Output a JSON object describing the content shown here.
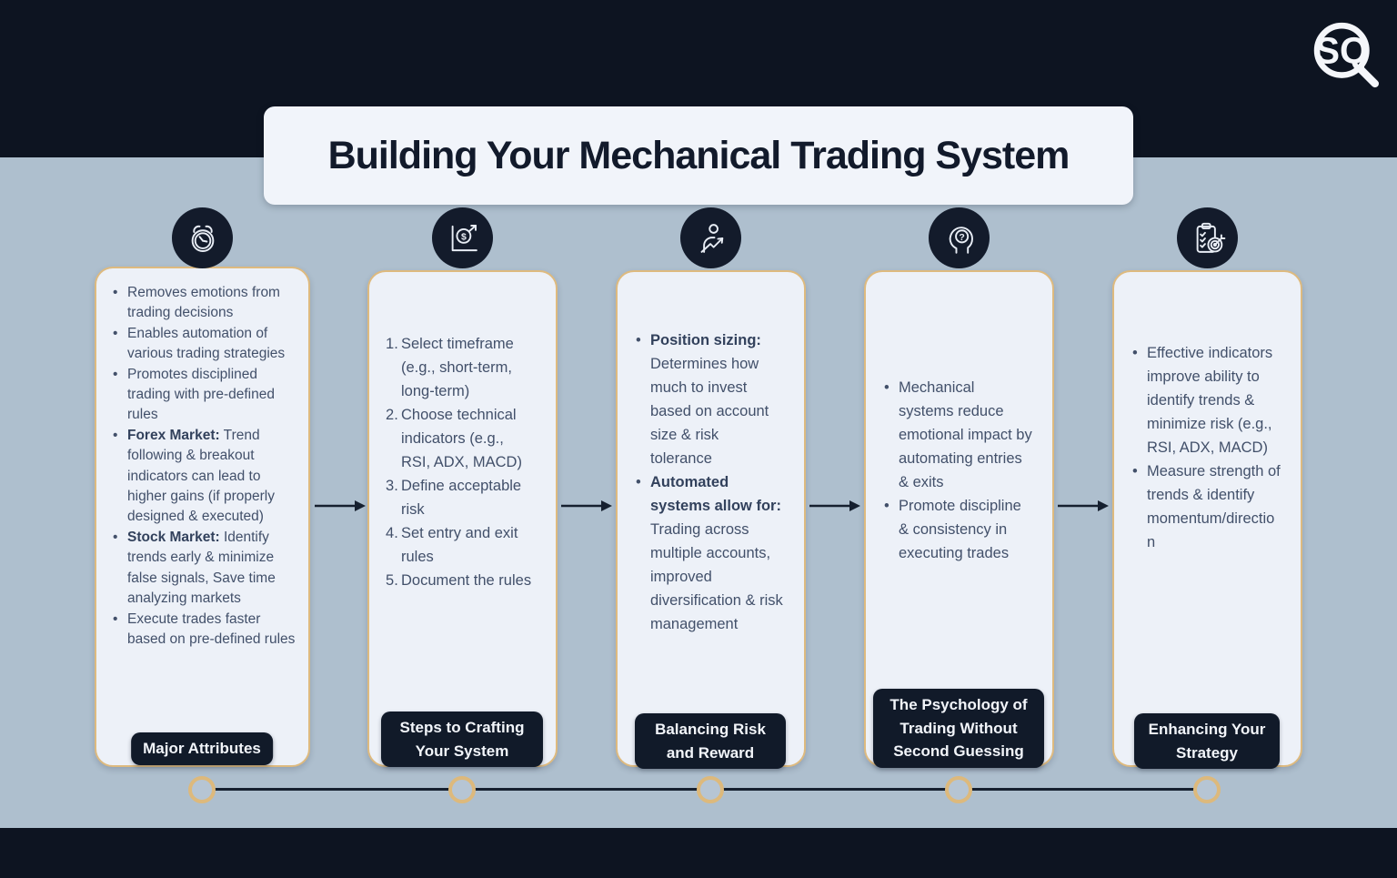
{
  "title": "Building Your Mechanical Trading System",
  "brand": {
    "logo_monogram": "SQ"
  },
  "colors": {
    "band": "#0d1421",
    "page_bg": "#aebfce",
    "card_bg": "#edf1f8",
    "card_border": "#deba7f",
    "badge_bg": "#111a29",
    "body_text": "#42506a",
    "timeline_gold": "#ddb97c"
  },
  "cards": [
    {
      "icon": "alarm-clock-icon",
      "label": "Major Attributes",
      "list_type": "bullet",
      "items": [
        {
          "bold": "",
          "text": "Removes emotions from trading decisions"
        },
        {
          "bold": "",
          "text": "Enables automation of various trading strategies"
        },
        {
          "bold": "",
          "text": "Promotes disciplined trading with pre-defined rules"
        },
        {
          "bold": "Forex Market:",
          "text": " Trend following & breakout indicators can lead to higher gains (if properly designed & executed)"
        },
        {
          "bold": "Stock Market:",
          "text": " Identify trends early & minimize false signals, Save time analyzing markets"
        },
        {
          "bold": "",
          "text": "Execute trades faster based on pre-defined rules"
        }
      ]
    },
    {
      "icon": "growth-chart-dollar-icon",
      "label": "Steps to Crafting Your System",
      "list_type": "numbered",
      "items": [
        {
          "bold": "",
          "text": "Select timeframe (e.g., short-term, long-term)"
        },
        {
          "bold": "",
          "text": "Choose technical indicators (e.g., RSI, ADX, MACD)"
        },
        {
          "bold": "",
          "text": "Define acceptable risk"
        },
        {
          "bold": "",
          "text": "Set entry and exit rules"
        },
        {
          "bold": "",
          "text": "Document the rules"
        }
      ]
    },
    {
      "icon": "person-rising-arrow-icon",
      "label": "Balancing Risk and Reward",
      "list_type": "bullet",
      "items": [
        {
          "bold": "Position sizing:",
          "text": " Determines how much to invest based on account size & risk tolerance"
        },
        {
          "bold": "Automated systems allow for:",
          "text": " Trading across multiple accounts, improved diversification & risk management"
        }
      ]
    },
    {
      "icon": "head-question-mark-icon",
      "label": "The Psychology of Trading Without Second Guessing",
      "list_type": "bullet",
      "items": [
        {
          "bold": "",
          "text": "Mechanical systems reduce emotional impact by automating entries & exits"
        },
        {
          "bold": "",
          "text": "Promote discipline & consistency in executing trades"
        }
      ]
    },
    {
      "icon": "clipboard-target-icon",
      "label": "Enhancing Your Strategy",
      "list_type": "bullet",
      "items": [
        {
          "bold": "",
          "text": "Effective indicators improve ability to identify trends & minimize risk (e.g., RSI, ADX, MACD)"
        },
        {
          "bold": "",
          "text": "Measure strength of trends & identify momentum/direction"
        }
      ]
    }
  ]
}
